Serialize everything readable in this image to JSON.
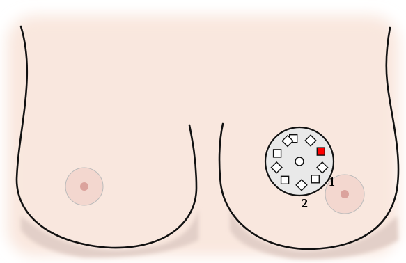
{
  "diagram": {
    "label_1": "1",
    "label_2": "2",
    "colors": {
      "skin": "#f9e7de",
      "skin_shadow": "#e6d3cc",
      "areola": "#f1d1c9",
      "nipple": "#dba39d",
      "outline": "#111111",
      "device_fill": "#e9e9e9",
      "highlight_square": "#ff0000"
    },
    "device": {
      "square_count": 10,
      "highlighted_square_index": 2
    }
  }
}
